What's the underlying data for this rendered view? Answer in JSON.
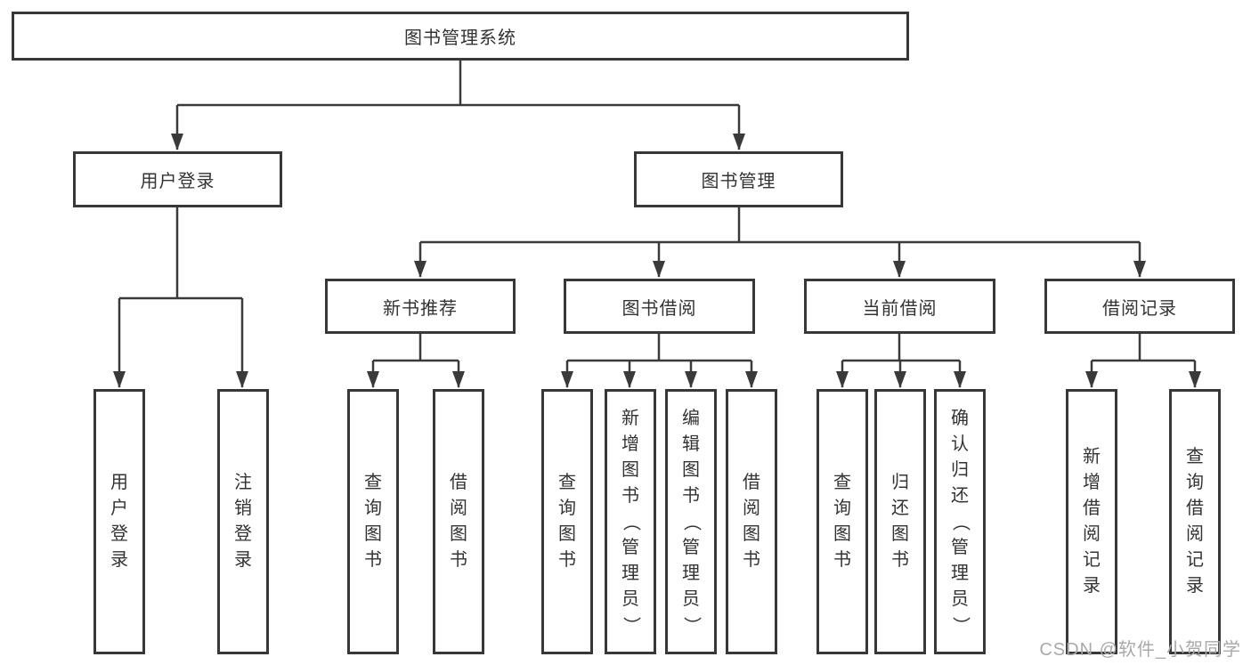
{
  "tree": {
    "root": "图书管理系统",
    "branches": [
      {
        "label": "用户登录",
        "leaves": [
          "用户登录",
          "注销登录"
        ]
      },
      {
        "label": "图书管理",
        "groups": [
          {
            "label": "新书推荐",
            "leaves": [
              "查询图书",
              "借阅图书"
            ]
          },
          {
            "label": "图书借阅",
            "leaves": [
              "查询图书",
              "新增图书（管理员）",
              "编辑图书（管理员）",
              "借阅图书"
            ]
          },
          {
            "label": "当前借阅",
            "leaves": [
              "查询图书",
              "归还图书",
              "确认归还（管理员）"
            ]
          },
          {
            "label": "借阅记录",
            "leaves": [
              "新增借阅记录",
              "查询借阅记录"
            ]
          }
        ]
      }
    ]
  },
  "watermark": "CSDN @软件_小贺同学",
  "colors": {
    "line": "#3a3a3a",
    "border": "#383838",
    "text": "#333333",
    "background": "#ffffff",
    "watermark_text": "#a9a9a9"
  }
}
